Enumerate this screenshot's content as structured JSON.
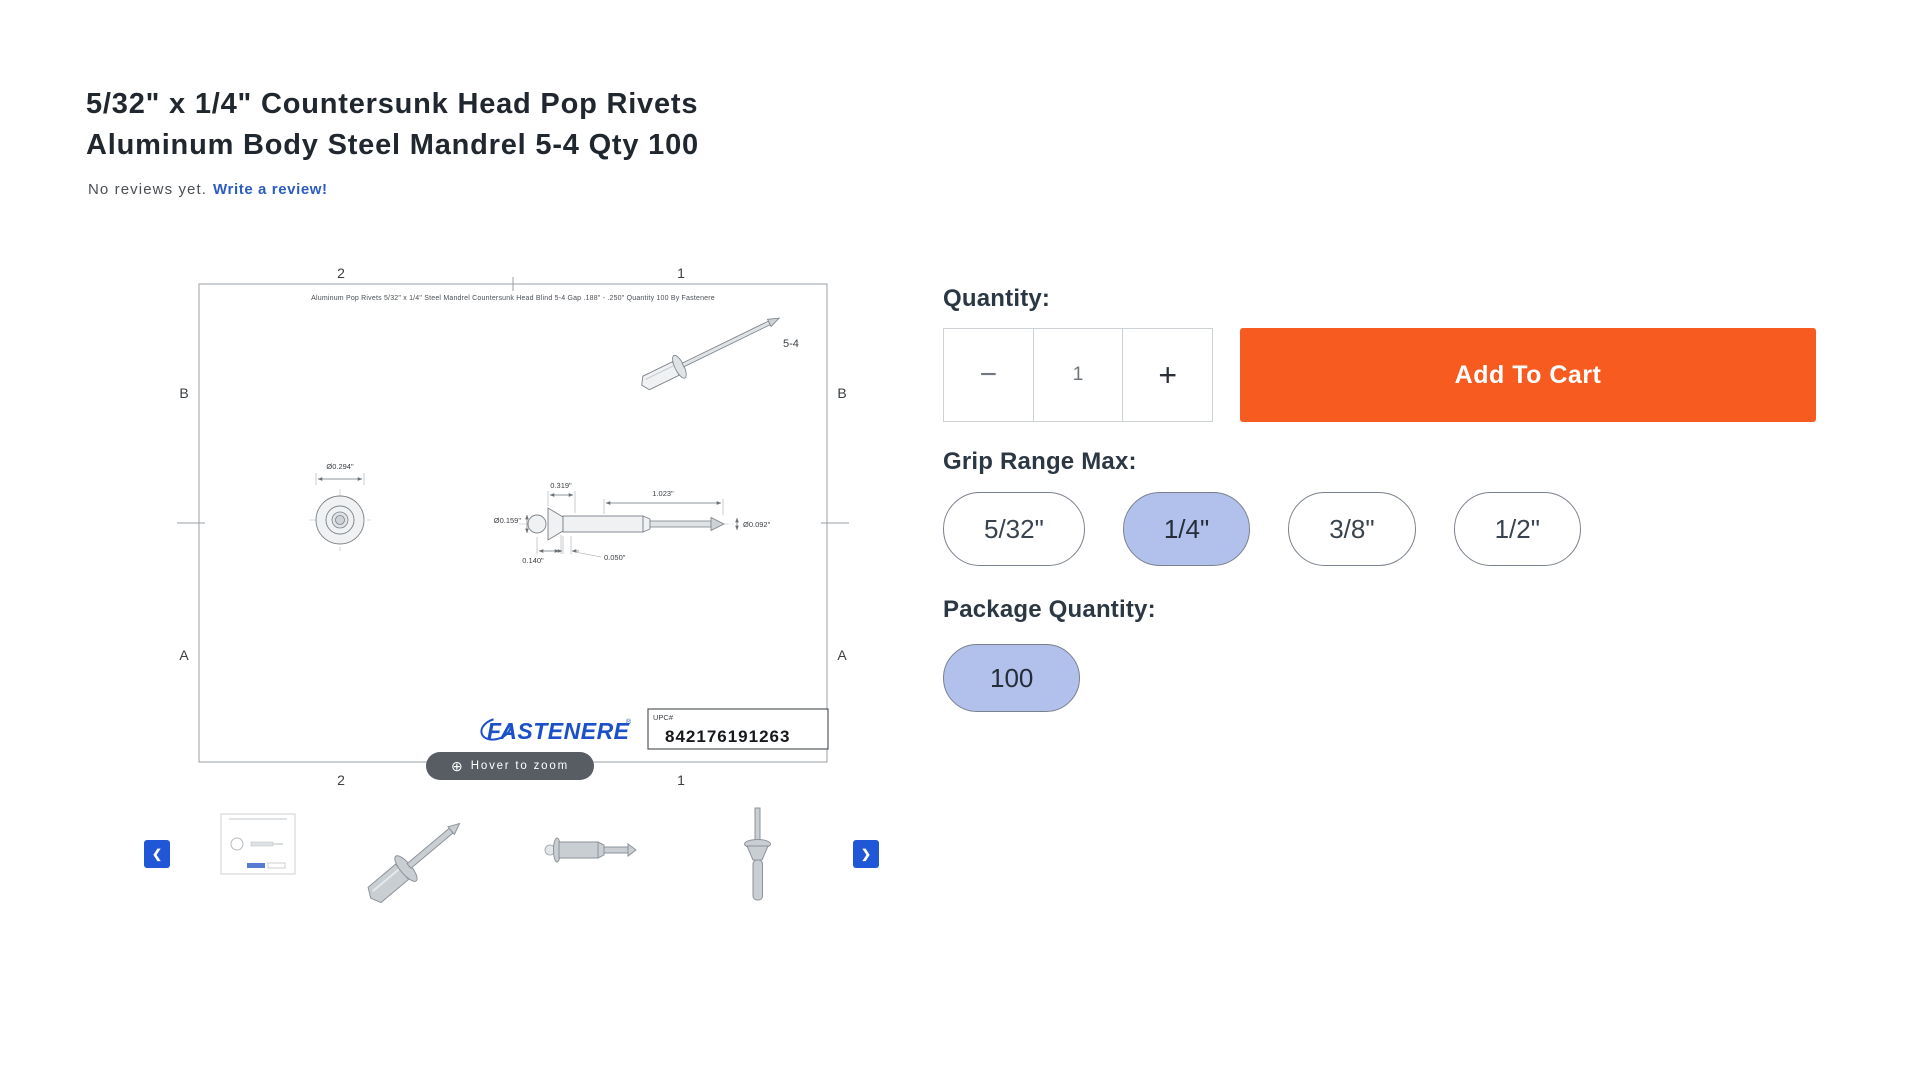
{
  "page": {
    "title_line1": "5/32\" x 1/4\" Countersunk Head Pop Rivets",
    "title_line2": "Aluminum Body Steel Mandrel 5-4 Qty 100",
    "reviews_text": "No reviews yet.",
    "review_link_label": "Write a review!"
  },
  "gallery": {
    "hover_zoom_label": "Hover to zoom",
    "hover_zoom_icon": "⊕",
    "prev_icon": "❮",
    "next_icon": "❯",
    "drawing": {
      "header": "Aluminum Pop Rivets 5/32\" x 1/4\" Steel Mandrel Countersunk Head Blind 5-4 Gap .188\" - .250\" Quantity 100 By Fastenere",
      "model_label": "5-4",
      "zone_top_left": "2",
      "zone_top_right": "1",
      "zone_bottom_left": "2",
      "zone_bottom_right": "1",
      "zone_left_upper": "B",
      "zone_left_lower": "A",
      "zone_right_upper": "B",
      "zone_right_lower": "A",
      "dim_flange_diameter": "Ø0.294\"",
      "dim_head_diameter": "0.319\"",
      "dim_overall_length": "1.023\"",
      "dim_body_diameter": "Ø0.159\"",
      "dim_mandrel_diameter": "Ø0.092\"",
      "dim_head_height": "0.140\"",
      "dim_flange_thickness": "0.050\"",
      "brand": "FASTENERE",
      "registered_mark": "®",
      "upc_label": "UPC#",
      "upc_value": "842176191263"
    }
  },
  "purchase": {
    "quantity_label": "Quantity:",
    "decrease_label": "−",
    "quantity_value": "1",
    "increase_label": "+",
    "add_to_cart_label": "Add To Cart",
    "grip_range_label": "Grip Range Max:",
    "grip_options": [
      {
        "label": "5/32\"",
        "selected": false
      },
      {
        "label": "1/4\"",
        "selected": true
      },
      {
        "label": "3/8\"",
        "selected": false
      },
      {
        "label": "1/2\"",
        "selected": false
      }
    ],
    "package_quantity_label": "Package Quantity:",
    "package_options": [
      {
        "label": "100",
        "selected": true
      }
    ]
  },
  "colors": {
    "accent_orange": "#f75b1f",
    "selected_pill": "#b2c1ec",
    "link_blue": "#2b5cc5",
    "brand_blue": "#1b50c8",
    "arrow_blue": "#1f57d6"
  }
}
